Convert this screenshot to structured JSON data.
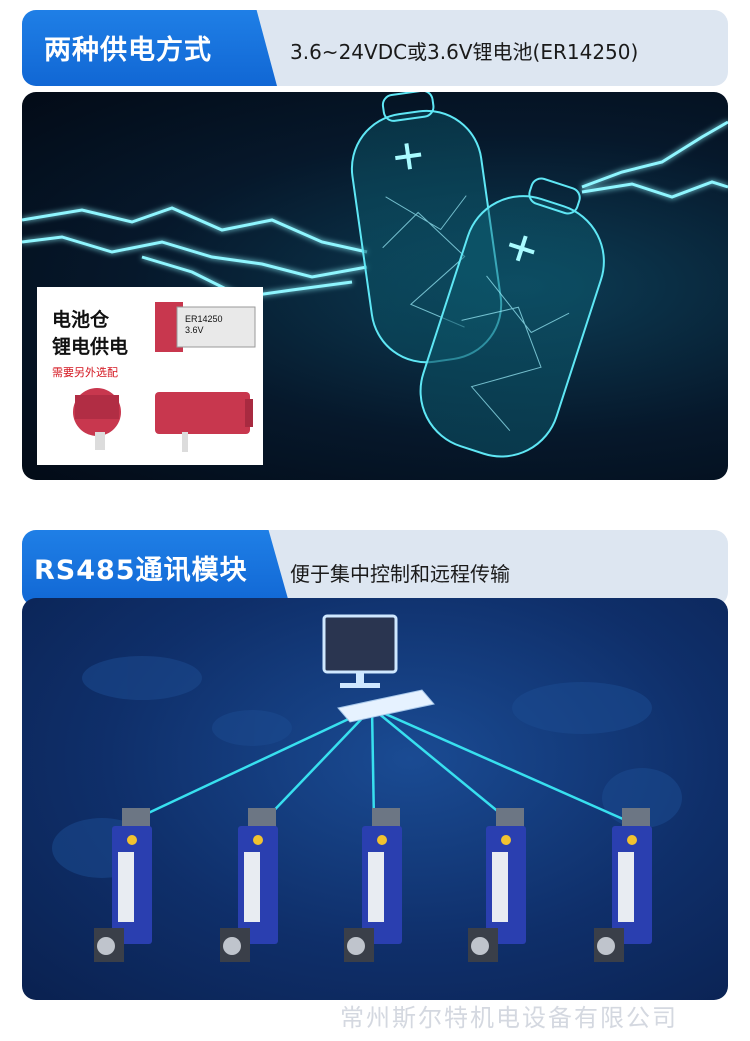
{
  "section1": {
    "title": "两种供电方式",
    "subtitle": "3.6~24VDC或3.6V锂电池(ER14250)",
    "inset": {
      "line1": "电池仓",
      "line2": "锂电供电",
      "note": "需要另外选配",
      "battery_label_line1": "ER14250",
      "battery_label_line2": "3.6V"
    }
  },
  "section2": {
    "title": "RS485通讯模块",
    "subtitle": "便于集中控制和远程传输"
  },
  "watermark": "常州斯尔特机电设备有限公司",
  "colors": {
    "accent_blue": "#1a73e0",
    "header_bg": "#dde6f1",
    "dark_panel": "#06182b",
    "network_panel": "#0f2f6a",
    "lightning": "#7ff3ff",
    "device_red": "#c8374e",
    "sensor_blue": "#2a3fb0"
  }
}
